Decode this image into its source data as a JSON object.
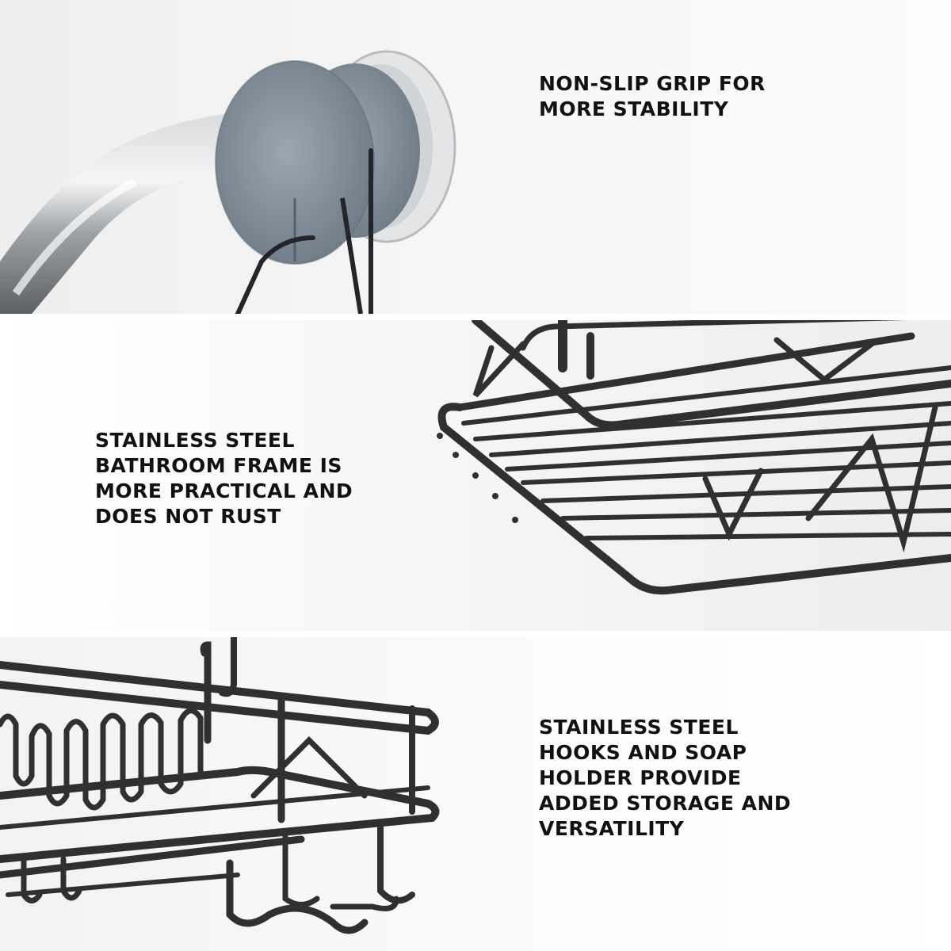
{
  "colors": {
    "metal": "#2e3032",
    "grip": "#8e9ba6",
    "chrome": "#c7cacd"
  },
  "features": [
    {
      "id": "non-slip-grip",
      "lines": [
        "NON-SLIP GRIP FOR",
        "MORE STABILITY"
      ]
    },
    {
      "id": "stainless-frame",
      "lines": [
        "STAINLESS STEEL",
        "BATHROOM FRAME IS",
        "MORE PRACTICAL AND",
        "DOES NOT RUST"
      ]
    },
    {
      "id": "hooks-soap-holder",
      "lines": [
        "STAINLESS STEEL",
        "HOOKS AND SOAP",
        "HOLDER PROVIDE",
        "ADDED STORAGE AND",
        "VERSATILITY"
      ]
    }
  ]
}
